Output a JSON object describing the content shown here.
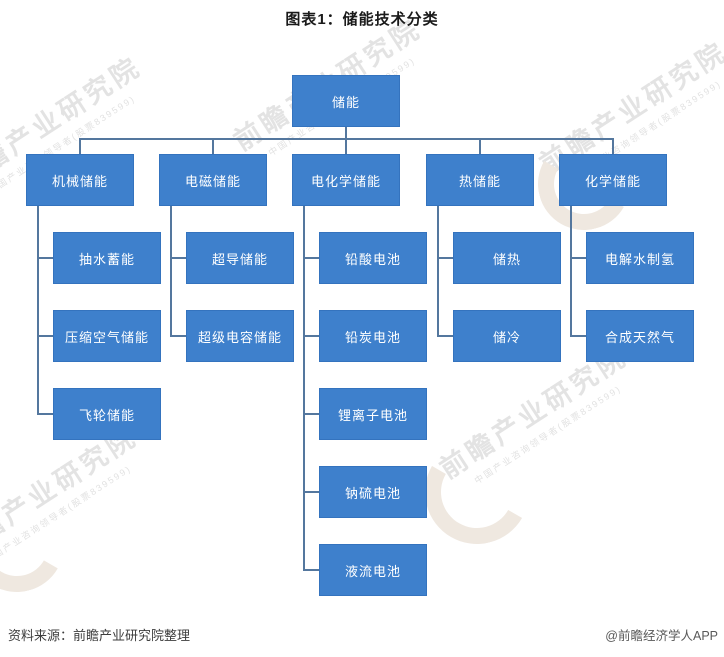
{
  "title": "图表1：储能技术分类",
  "tree": {
    "root": "储能",
    "branches": [
      {
        "label": "机械储能",
        "children": [
          "抽水蓄能",
          "压缩空气储能",
          "飞轮储能"
        ]
      },
      {
        "label": "电磁储能",
        "children": [
          "超导储能",
          "超级电容储能"
        ]
      },
      {
        "label": "电化学储能",
        "children": [
          "铅酸电池",
          "铅炭电池",
          "锂离子电池",
          "钠硫电池",
          "液流电池"
        ]
      },
      {
        "label": "热储能",
        "children": [
          "储热",
          "储冷"
        ]
      },
      {
        "label": "化学储能",
        "children": [
          "电解水制氢",
          "合成天然气"
        ]
      }
    ]
  },
  "footer": {
    "source": "资料来源：前瞻产业研究院整理",
    "credit": "@前瞻经济学人APP"
  },
  "watermark": {
    "text": "前瞻产业研究院",
    "subtext": "中国产业咨询领导者(股票839599)"
  },
  "colors": {
    "box_fill": "#3E80CC",
    "box_border": "#3473BE",
    "box_text": "#FFFFFF",
    "connector": "#54779E",
    "title_text": "#1A1A1A",
    "source_text": "#3D3D3D",
    "credit_text": "#595959",
    "watermark_gray": "#E2E2E2"
  }
}
